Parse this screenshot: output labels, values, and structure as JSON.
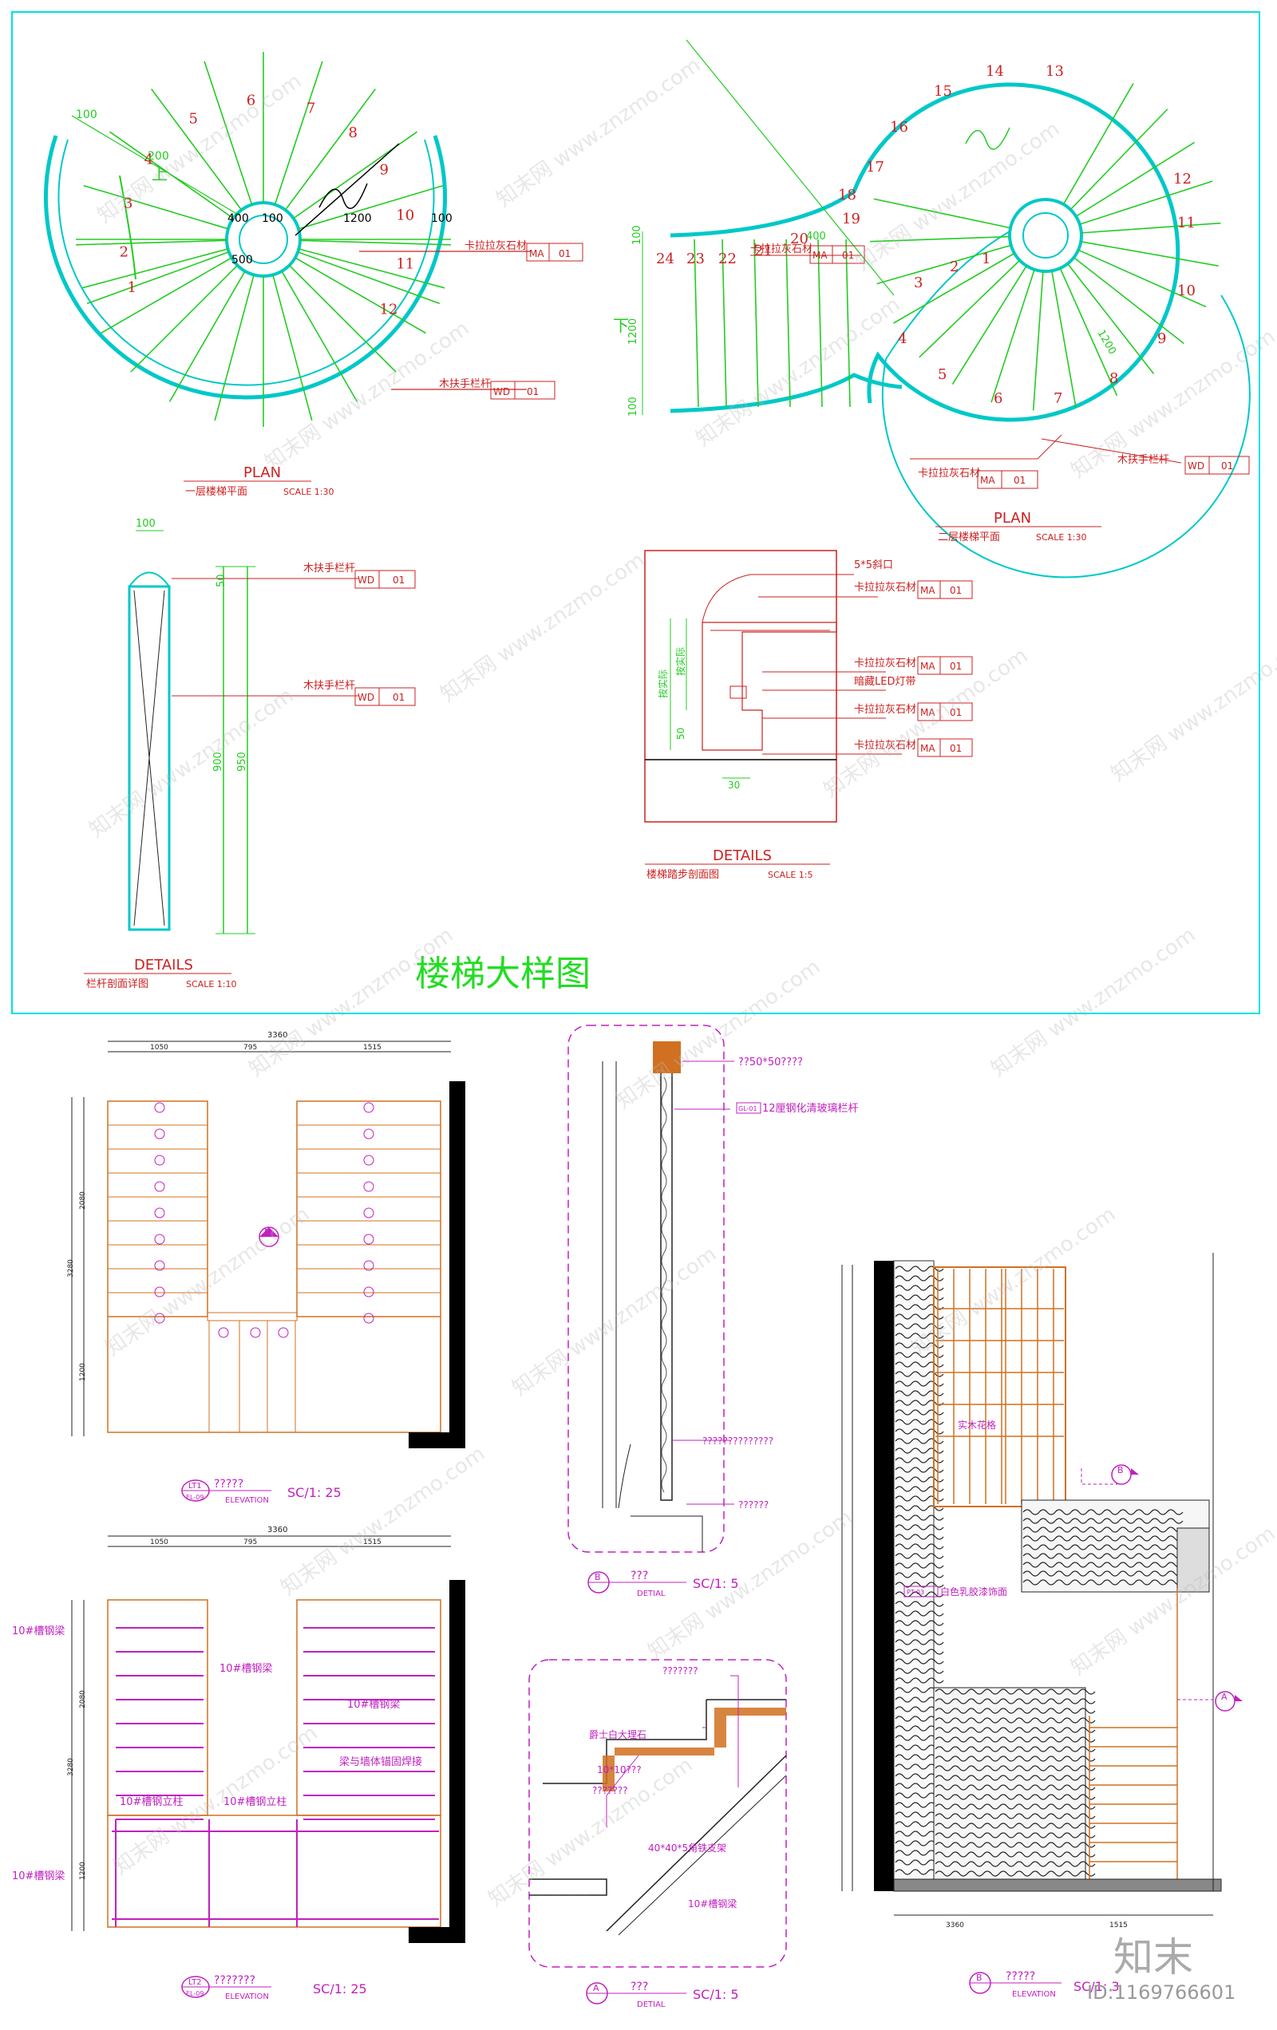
{
  "top_sheet": {
    "title": "楼梯大样图",
    "plan1": {
      "heading": "PLAN",
      "subtitle": "一层楼梯平面",
      "scale": "SCALE 1:30",
      "dims": [
        "100",
        "200",
        "400",
        "100",
        "500",
        "1200",
        "100"
      ],
      "up_label": "上",
      "step_numbers": [
        "1",
        "2",
        "3",
        "4",
        "5",
        "6",
        "7",
        "8",
        "9",
        "10",
        "11",
        "12"
      ],
      "callout_stone": {
        "text": "卡拉拉灰石材",
        "code": "MA",
        "num": "01"
      },
      "callout_wood": {
        "text": "木扶手栏杆",
        "code": "WD",
        "num": "01"
      }
    },
    "plan2": {
      "heading": "PLAN",
      "subtitle": "二层楼梯平面",
      "scale": "SCALE 1:30",
      "down_label": "下",
      "dims": [
        "100",
        "1200",
        "100",
        "400",
        "1200"
      ],
      "step_numbers": [
        "1",
        "2",
        "3",
        "4",
        "5",
        "6",
        "7",
        "8",
        "9",
        "10",
        "11",
        "12",
        "13",
        "14",
        "15",
        "16",
        "17",
        "18",
        "19",
        "20",
        "21",
        "22",
        "23",
        "24"
      ],
      "callout_stone1": {
        "text": "卡拉拉灰石材",
        "code": "MA",
        "num": "01"
      },
      "callout_stone2": {
        "text": "卡拉拉灰石材",
        "code": "MA",
        "num": "01"
      },
      "callout_wood": {
        "text": "木扶手栏杆",
        "code": "WD",
        "num": "01"
      }
    },
    "rail_detail": {
      "heading": "DETAILS",
      "subtitle": "栏杆剖面详图",
      "scale": "SCALE 1:10",
      "dims": [
        "100",
        "50",
        "900",
        "950"
      ],
      "callout1": {
        "text": "木扶手栏杆",
        "code": "WD",
        "num": "01"
      },
      "callout2": {
        "text": "木扶手栏杆",
        "code": "WD",
        "num": "01"
      }
    },
    "step_detail": {
      "heading": "DETAILS",
      "subtitle": "楼梯踏步剖面图",
      "scale": "SCALE 1:5",
      "dims": [
        "按实际",
        "按实际",
        "50",
        "30"
      ],
      "callouts": [
        {
          "text": "5*5斜口",
          "code": "",
          "num": ""
        },
        {
          "text": "卡拉拉灰石材",
          "code": "MA",
          "num": "01"
        },
        {
          "text": "卡拉拉灰石材",
          "code": "MA",
          "num": "01"
        },
        {
          "text": "暗藏LED灯带",
          "code": "",
          "num": ""
        },
        {
          "text": "卡拉拉灰石材",
          "code": "MA",
          "num": "01"
        },
        {
          "text": "卡拉拉灰石材",
          "code": "MA",
          "num": "01"
        }
      ]
    }
  },
  "bottom_sheet": {
    "elev1": {
      "tag": "LT1",
      "tag_sub": "EL-09",
      "title": "?????",
      "caption": "ELEVATION",
      "scale": "SC/1: 25",
      "dims_top": [
        "3360",
        "1050",
        "795",
        "1515"
      ],
      "dims_left": [
        "3280",
        "2080",
        "1200"
      ],
      "section_mark": "B"
    },
    "elev2": {
      "tag": "LT2",
      "tag_sub": "EL-09",
      "title": "???????",
      "caption": "ELEVATION",
      "scale": "SC/1: 25",
      "dims_top": [
        "3360",
        "1050",
        "795",
        "1515"
      ],
      "dims_left": [
        "3280",
        "2080",
        "1200"
      ],
      "labels": [
        "10#槽钢梁",
        "10#槽钢梁",
        "10#槽钢梁",
        "梁与墙体锚固焊接",
        "10#槽钢立柱",
        "10#槽钢立柱",
        "10#槽钢梁"
      ]
    },
    "detail_b": {
      "tag": "B",
      "title": "???",
      "caption": "DETIAL",
      "scale": "SC/1: 5",
      "labels": [
        "??50*50????",
        "12厘钢化清玻璃栏杆",
        "??????????????",
        "??????"
      ],
      "code": "GL-01"
    },
    "detail_a": {
      "tag": "A",
      "title": "???",
      "caption": "DETIAL",
      "scale": "SC/1: 5",
      "labels": [
        "???????",
        "爵士白大理石",
        "10*10???",
        "???????",
        "40*40*5角铁支架",
        "10#槽钢梁"
      ]
    },
    "elev3": {
      "tag": "B",
      "title": "?????",
      "caption": "ELEVATION",
      "scale": "SC/1: 3",
      "labels": [
        "实木花格",
        "白色乳胶漆饰面"
      ],
      "code": "PT-03",
      "dims_bottom": [
        "3360",
        "1515"
      ],
      "marks": [
        "B",
        "A"
      ]
    }
  },
  "watermark": {
    "site": "www.znzmo.com",
    "brand": "知末网",
    "corner_logo": "知末",
    "id_text": "ID:1169766601"
  }
}
